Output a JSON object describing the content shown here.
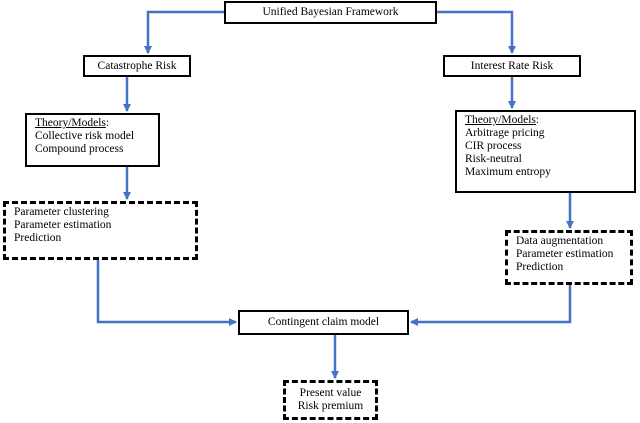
{
  "diagram": {
    "framework": "Unified Bayesian Framework",
    "left": {
      "title": "Catastrophe Risk",
      "theory_heading": "Theory/Models",
      "theory_items": [
        "Collective risk model",
        "Compound process"
      ],
      "method_items": [
        "Parameter clustering",
        "Parameter estimation",
        "Prediction"
      ]
    },
    "right": {
      "title": "Interest Rate Risk",
      "theory_heading": "Theory/Models",
      "theory_items": [
        "Arbitrage pricing",
        "CIR process",
        "Risk-neutral",
        "Maximum entropy"
      ],
      "method_items": [
        "Data augmentation",
        "Parameter estimation",
        "Prediction"
      ]
    },
    "model": "Contingent claim model",
    "outputs": [
      "Present value",
      "Risk premium"
    ],
    "colors": {
      "arrow": "#4472c4",
      "border": "#000000"
    }
  }
}
